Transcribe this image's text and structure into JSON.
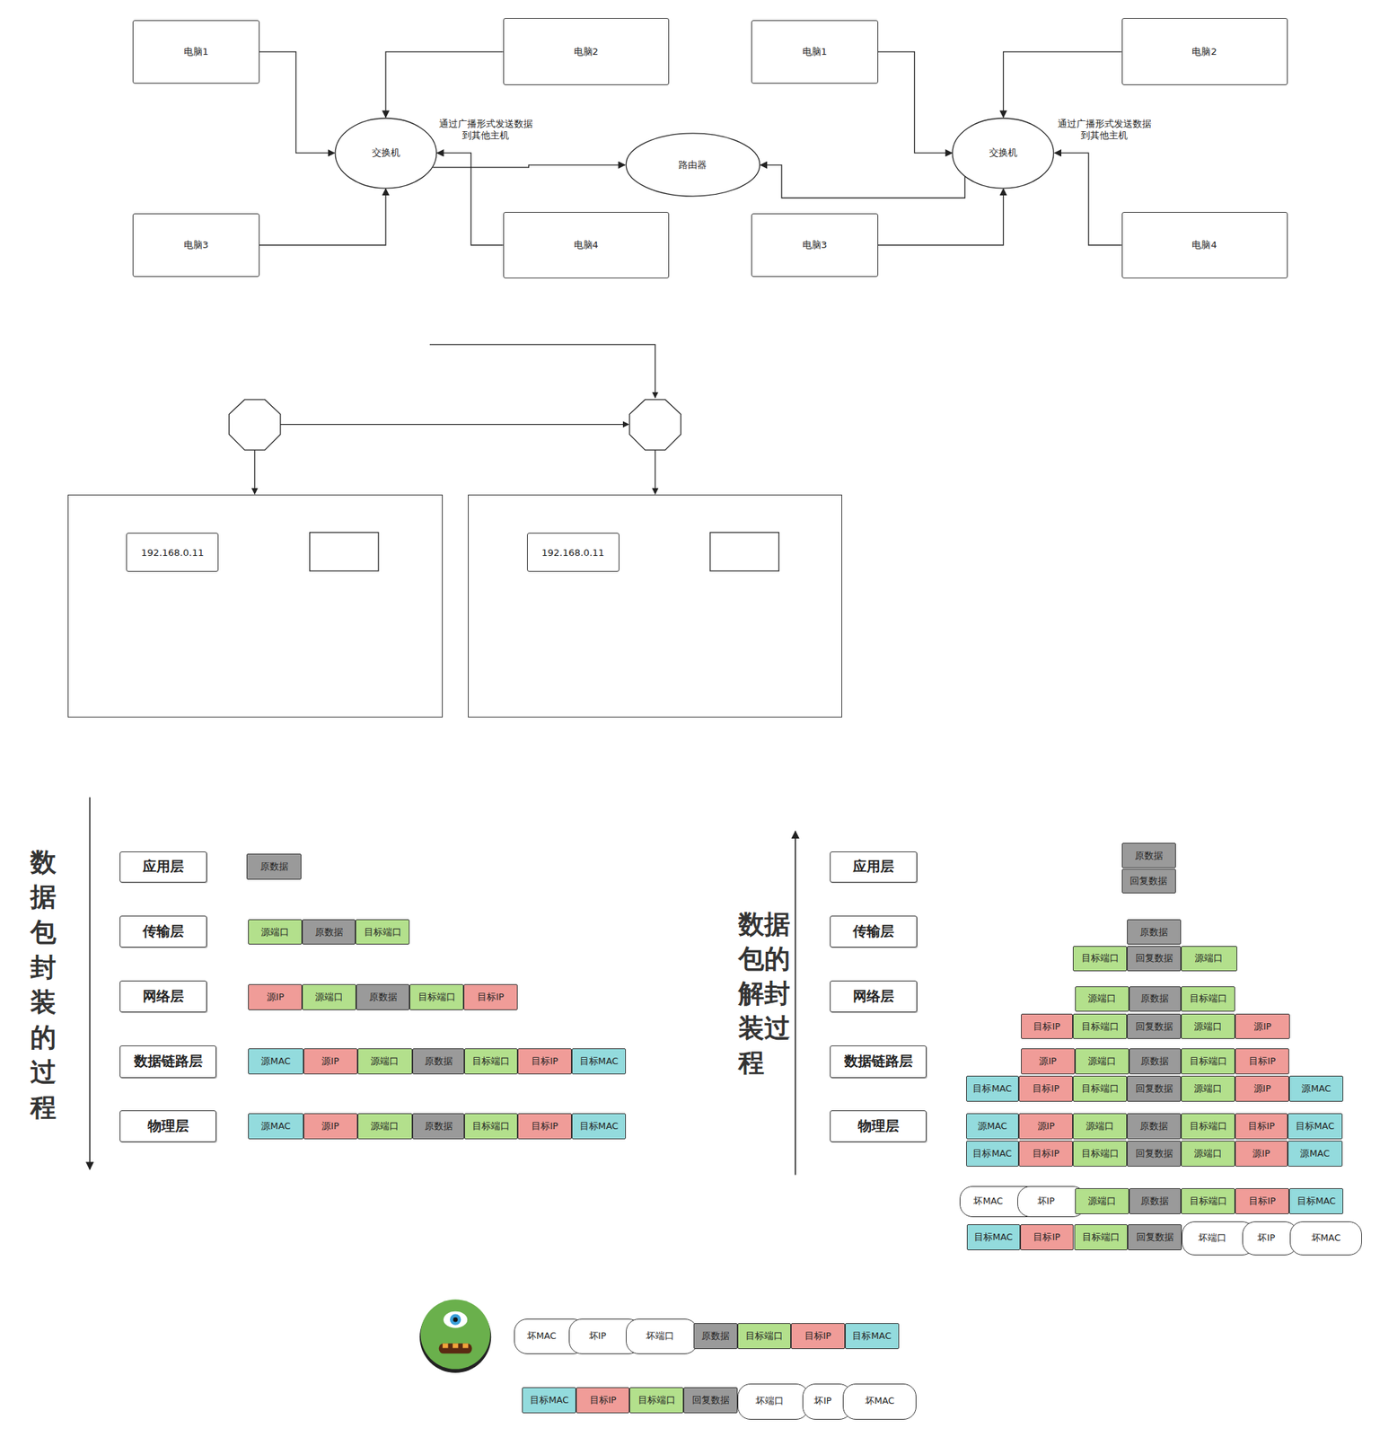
{
  "diagram": {
    "nodes": [
      {
        "text": [
          "电脑1"
        ]
      },
      {
        "text": [
          "电脑2"
        ]
      },
      {
        "text": [
          "交换机"
        ]
      },
      {
        "text": [
          "电脑3"
        ]
      },
      {
        "text": [
          "电脑4"
        ]
      },
      {
        "text": [
          "路由器"
        ]
      },
      {
        "text": [
          "电脑1"
        ]
      },
      {
        "text": [
          "电脑2"
        ]
      },
      {
        "text": [
          "交换机"
        ]
      },
      {
        "text": [
          "电脑3"
        ]
      },
      {
        "text": [
          "电脑4"
        ]
      },
      {
        "text": []
      },
      {
        "text": [
          "192.168.0.11"
        ],
        "in": 11
      },
      {
        "text": []
      },
      {
        "text": [
          "192.168.0.11"
        ],
        "in": 13
      },
      {
        "text": [
          "应用层"
        ]
      },
      {
        "text": [
          "传输层"
        ]
      },
      {
        "text": [
          "网络层"
        ]
      },
      {
        "text": [
          "数据链路层"
        ]
      },
      {
        "text": [
          "物理层"
        ]
      },
      {
        "text": [
          "原数据"
        ]
      },
      {
        "text": [
          "源端口"
        ]
      },
      {
        "text": [
          "原数据"
        ]
      },
      {
        "text": [
          "目标端口"
        ]
      },
      {
        "text": [
          "源IP"
        ]
      },
      {
        "text": [
          "源端口"
        ]
      },
      {
        "text": [
          "原数据"
        ]
      },
      {
        "text": [
          "目标端口"
        ]
      },
      {
        "text": [
          "目标IP"
        ]
      },
      {
        "text": [
          "源MAC"
        ]
      },
      {
        "text": [
          "源IP"
        ]
      },
      {
        "text": [
          "源端口"
        ]
      },
      {
        "text": [
          "原数据"
        ]
      },
      {
        "text": [
          "目标端口"
        ]
      },
      {
        "text": [
          "目标IP"
        ]
      },
      {
        "text": [
          "目标MAC"
        ]
      },
      {
        "text": [
          "源MAC"
        ]
      },
      {
        "text": [
          "源IP"
        ]
      },
      {
        "text": [
          "源端口"
        ]
      },
      {
        "text": [
          "原数据"
        ]
      },
      {
        "text": [
          "目标端口"
        ]
      },
      {
        "text": [
          "目标IP"
        ]
      },
      {
        "text": [
          "目标MAC"
        ]
      },
      {
        "text": [
          "应用层"
        ]
      },
      {
        "text": [
          "传输层"
        ]
      },
      {
        "text": [
          "网络层"
        ]
      },
      {
        "text": [
          "数据链路层"
        ]
      },
      {
        "text": [
          "物理层"
        ]
      },
      {
        "text": [
          "原数据"
        ]
      },
      {
        "text": [
          "回复数据"
        ]
      },
      {
        "text": [
          "原数据"
        ]
      },
      {
        "text": [
          "目标端口"
        ]
      },
      {
        "text": [
          "回复数据"
        ]
      },
      {
        "text": [
          "源端口"
        ]
      },
      {
        "text": [
          "源端口"
        ]
      },
      {
        "text": [
          "原数据"
        ]
      },
      {
        "text": [
          "目标端口"
        ]
      },
      {
        "text": [
          "目标IP"
        ]
      },
      {
        "text": [
          "目标端口"
        ]
      },
      {
        "text": [
          "回复数据"
        ]
      },
      {
        "text": [
          "源端口"
        ]
      },
      {
        "text": [
          "源IP"
        ]
      },
      {
        "text": [
          "源IP"
        ]
      },
      {
        "text": [
          "源端口"
        ]
      },
      {
        "text": [
          "原数据"
        ]
      },
      {
        "text": [
          "目标端口"
        ]
      },
      {
        "text": [
          "目标IP"
        ]
      },
      {
        "text": [
          "目标MAC"
        ]
      },
      {
        "text": [
          "目标IP"
        ]
      },
      {
        "text": [
          "目标端口"
        ]
      },
      {
        "text": [
          "回复数据"
        ]
      },
      {
        "text": [
          "源端口"
        ]
      },
      {
        "text": [
          "源IP"
        ]
      },
      {
        "text": [
          "源MAC"
        ]
      },
      {
        "text": [
          "源MAC"
        ]
      },
      {
        "text": [
          "源IP"
        ]
      },
      {
        "text": [
          "源端口"
        ]
      },
      {
        "text": [
          "原数据"
        ]
      },
      {
        "text": [
          "目标端口"
        ]
      },
      {
        "text": [
          "目标IP"
        ]
      },
      {
        "text": [
          "目标MAC"
        ]
      },
      {
        "text": [
          "目标MAC"
        ]
      },
      {
        "text": [
          "目标IP"
        ]
      },
      {
        "text": [
          "目标端口"
        ]
      },
      {
        "text": [
          "回复数据"
        ]
      },
      {
        "text": [
          "源端口"
        ]
      },
      {
        "text": [
          "源IP"
        ]
      },
      {
        "text": [
          "源MAC"
        ]
      },
      {
        "text": [
          "坏MAC"
        ]
      },
      {
        "text": [
          "坏IP"
        ]
      },
      {
        "text": [
          "源端口"
        ]
      },
      {
        "text": [
          "原数据"
        ]
      },
      {
        "text": [
          "目标端口"
        ]
      },
      {
        "text": [
          "目标IP"
        ]
      },
      {
        "text": [
          "目标MAC"
        ]
      },
      {
        "text": [
          "目标MAC"
        ]
      },
      {
        "text": [
          "目标IP"
        ]
      },
      {
        "text": [
          "目标端口"
        ]
      },
      {
        "text": [
          "回复数据"
        ]
      },
      {
        "text": [
          "坏端口"
        ]
      },
      {
        "text": [
          "坏IP"
        ]
      },
      {
        "text": [
          "坏MAC"
        ]
      },
      {
        "text": [
          "坏MAC"
        ]
      },
      {
        "text": [
          "坏IP"
        ]
      },
      {
        "text": [
          "坏端口"
        ]
      },
      {
        "text": [
          "原数据"
        ]
      },
      {
        "text": [
          "目标端口"
        ]
      },
      {
        "text": [
          "目标IP"
        ]
      },
      {
        "text": [
          "目标MAC"
        ]
      },
      {
        "text": [
          "目标MAC"
        ]
      },
      {
        "text": [
          "目标IP"
        ]
      },
      {
        "text": [
          "目标端口"
        ]
      },
      {
        "text": [
          "回复数据"
        ]
      },
      {
        "text": [
          "坏端口"
        ]
      },
      {
        "text": [
          "坏IP"
        ]
      },
      {
        "text": [
          "坏MAC"
        ]
      }
    ],
    "edges": [
      {
        "from": 0,
        "to": 2,
        "arrow": "to"
      },
      {
        "from": 1,
        "to": 2,
        "arrow": "to"
      },
      {
        "from": 3,
        "to": 2,
        "arrow": "to"
      },
      {
        "from": 4,
        "to": 2,
        "arrow": "to"
      },
      {
        "from": 2,
        "to": 5,
        "arrow": "to"
      },
      {
        "from": 6,
        "to": 8,
        "arrow": "to"
      },
      {
        "from": 7,
        "to": 8,
        "arrow": "to"
      },
      {
        "from": 9,
        "to": 8,
        "arrow": "to"
      },
      {
        "from": 10,
        "to": 8,
        "arrow": "to"
      },
      {
        "from": 8,
        "to": 5,
        "arrow": "to"
      }
    ],
    "labels": [
      "通过广播形式发送数据 到其他主机",
      "通过广播形式发送数据 到其他主机",
      "数据包封装的过程",
      "数据包的解封装过程"
    ]
  }
}
